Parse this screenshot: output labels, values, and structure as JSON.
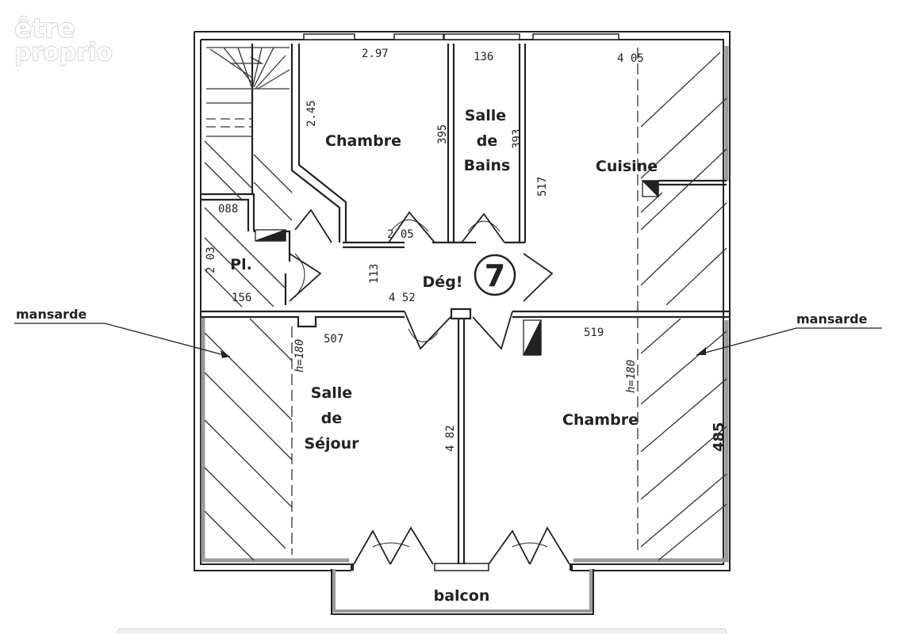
{
  "watermark": {
    "line1": "être",
    "line2": "proprio"
  },
  "rooms": {
    "chambre_top": "Chambre",
    "sdb_line1": "Salle",
    "sdb_line2": "de",
    "sdb_line3": "Bains",
    "cuisine": "Cuisine",
    "placard": "Pl.",
    "degagement": "Dég!",
    "sejour_line1": "Salle",
    "sejour_line2": "de",
    "sejour_line3": "Séjour",
    "chambre_bottom": "Chambre",
    "balcon": "balcon"
  },
  "annotations": {
    "mansarde_left": "mansarde",
    "mansarde_right": "mansarde",
    "plan_number": "7",
    "height_left": "h=180",
    "height_right": "h=180"
  },
  "dimensions": {
    "d297": "2.97",
    "d136": "136",
    "d405": "4 05",
    "d245": "2.45",
    "d395": "395",
    "d393": "393",
    "d517": "517",
    "d088": "088",
    "d203": "2 03",
    "d156": "156",
    "d205": "2 05",
    "d113": "113",
    "d452": "4 52",
    "d507": "507",
    "d519": "519",
    "d482": "4 82",
    "d485": "485"
  }
}
